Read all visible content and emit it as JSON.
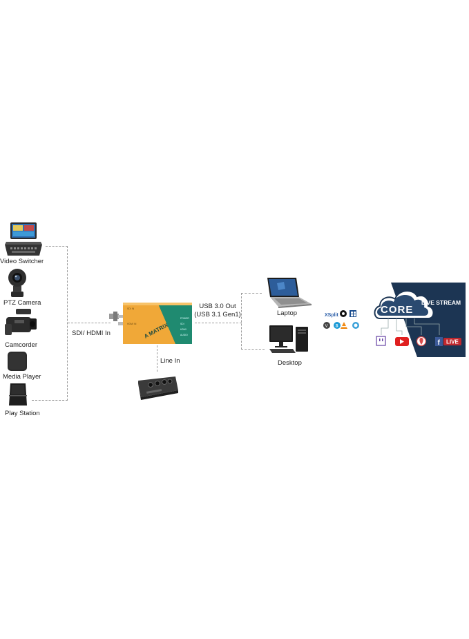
{
  "sources": [
    {
      "label": "Video Switcher",
      "icon": "video-switcher-icon"
    },
    {
      "label": "PTZ Camera",
      "icon": "ptz-camera-icon"
    },
    {
      "label": "Camcorder",
      "icon": "camcorder-icon"
    },
    {
      "label": "Media Player",
      "icon": "media-player-icon"
    },
    {
      "label": "Play Station",
      "icon": "play-station-icon"
    }
  ],
  "connections": {
    "input": "SDI/ HDMI In",
    "output_line1": "USB 3.0 Out",
    "output_line2": "(USB 3.1 Gen1)",
    "audio": "Line In"
  },
  "device": {
    "brand": "A MATRIX",
    "ports": [
      "POWER",
      "SDI",
      "HDMI",
      "AUDIO"
    ]
  },
  "computers": [
    {
      "label": "Laptop",
      "icon": "laptop-icon"
    },
    {
      "label": "Desktop",
      "icon": "desktop-icon"
    }
  ],
  "software_icons": [
    "xsplit-icon",
    "obs-icon",
    "wirecast-icon",
    "vmix-icon",
    "skype-icon",
    "vlc-icon",
    "quicktime-icon"
  ],
  "software_text": {
    "xsplit": "XSplit"
  },
  "cloud": {
    "logo": "CORE",
    "title": "LIVE STREAM",
    "platforms": [
      "twitch-icon",
      "youtube-icon",
      "periscope-icon",
      "facebook-live-icon"
    ],
    "facebook_live_text": "LIVE"
  },
  "colors": {
    "device_orange": "#f0a838",
    "device_teal": "#1f8a70",
    "cloud_navy": "#1c3553",
    "dash": "#9a9a9a"
  }
}
